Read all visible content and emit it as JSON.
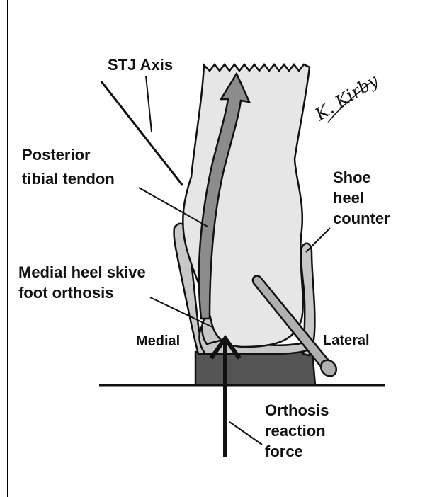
{
  "labels": {
    "stj_axis": "STJ Axis",
    "posterior_tibial_tendon": [
      "Posterior",
      "tibial tendon"
    ],
    "shoe_heel_counter": [
      "Shoe",
      "heel",
      "counter"
    ],
    "medial_heel_skive": [
      "Medial heel skive",
      "foot orthosis"
    ],
    "medial": "Medial",
    "lateral": "Lateral",
    "orthosis_reaction_force": [
      "Orthosis",
      "reaction",
      "force"
    ]
  },
  "signature": "K. Kirby",
  "colors": {
    "leg_fill": "#e6e6e6",
    "tendon_fill": "#8c8c8c",
    "orthosis_fill": "#c8c8c8",
    "sole_fill": "#555555",
    "outline": "#111111"
  }
}
